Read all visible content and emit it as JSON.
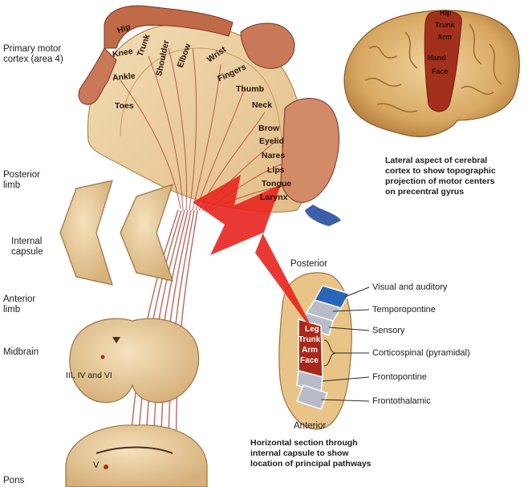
{
  "left_labels": {
    "motor_cortex": [
      "Primary motor",
      "cortex (area 4)"
    ],
    "posterior_limb": [
      "Posterior",
      "limb"
    ],
    "internal_capsule": [
      "Internal",
      "capsule"
    ],
    "anterior_limb": [
      "Anterior",
      "limb"
    ],
    "midbrain": "Midbrain",
    "cranial_nerves_midbrain": "III, IV and VI",
    "cranial_nerve_pons": "V",
    "pons": "Pons"
  },
  "homunculus": {
    "hip": "Hip",
    "trunk": "Trunk",
    "knee": "Knee",
    "shoulder": "Shoulder",
    "elbow": "Elbow",
    "wrist": "Wrist",
    "ankle": "Ankle",
    "fingers": "Fingers",
    "thumb": "Thumb",
    "toes": "Toes",
    "neck": "Neck",
    "brow": "Brow",
    "eyelid": "Eyelid",
    "nares": "Nares",
    "lips": "Lips",
    "tongue": "Tongue",
    "larynx": "Larynx"
  },
  "brain_labels": {
    "hip": "Hip",
    "trunk": "Trunk",
    "arm": "Arm",
    "hand": "Hand",
    "face": "Face"
  },
  "lateral_caption": [
    "Lateral aspect of cerebral",
    "cortex to show topographic",
    "projection of motor centers",
    "on precentral gyrus"
  ],
  "capsule_section": {
    "posterior": "Posterior",
    "anterior": "Anterior",
    "inner": {
      "leg": "Leg",
      "trunk": "Trunk",
      "arm": "Arm",
      "face": "Face"
    }
  },
  "legend": [
    "Visual and auditory",
    "Temporopontine",
    "Sensory",
    "Corticospinal (pyramidal)",
    "Frontopontine",
    "Frontothalamic"
  ],
  "horizontal_caption": [
    "Horizontal section through",
    "internal capsule to show",
    "location of principal pathways"
  ],
  "colors": {
    "lightning": "#e8231e",
    "visual_auditory": "#2a66b8",
    "corticospinal": "#a8281a",
    "tract": "#c9867a",
    "gray_band": "#b8bcc8"
  }
}
